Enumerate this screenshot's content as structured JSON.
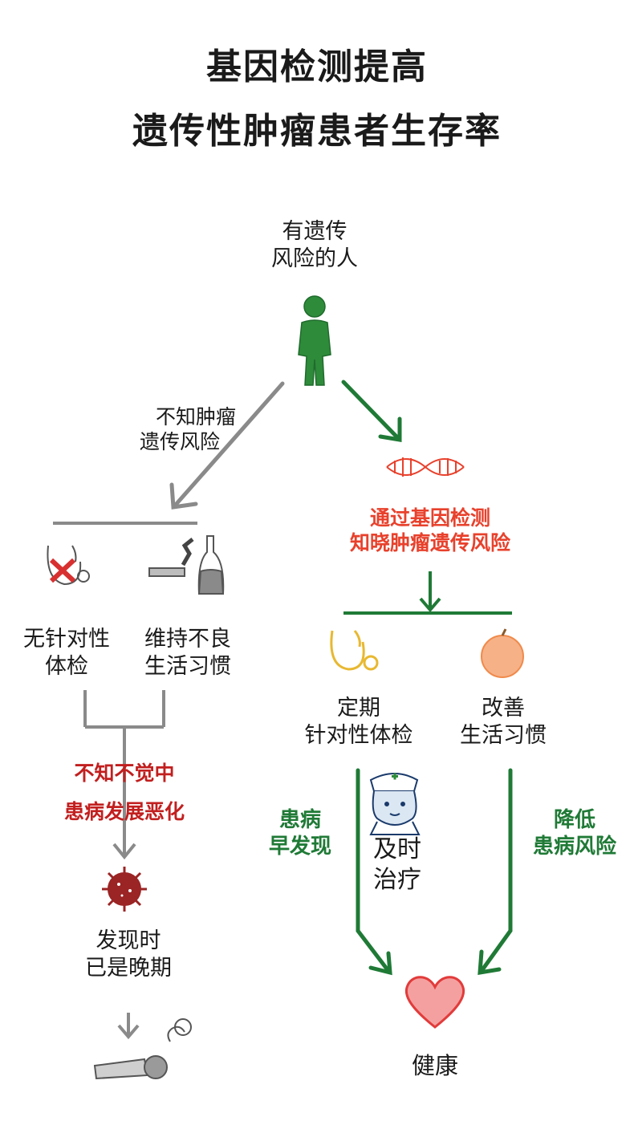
{
  "title": {
    "line1": "基因检测提高",
    "line2": "遗传性肿瘤患者生存率"
  },
  "nodes": {
    "top_person": {
      "line1": "有遗传",
      "line2": "风险的人"
    },
    "left_branch": {
      "line1": "不知肿瘤",
      "line2": "遗传风险"
    },
    "right_branch": {
      "line1": "通过基因检测",
      "line2": "知晓肿瘤遗传风险"
    },
    "no_checkup": {
      "line1": "无针对性",
      "line2": "体检"
    },
    "bad_habits": {
      "line1": "维持不良",
      "line2": "生活习惯"
    },
    "worsening": {
      "line1": "不知不觉中",
      "line2": "患病发展恶化"
    },
    "late_stage": {
      "line1": "发现时",
      "line2": "已是晚期"
    },
    "regular_checkup": {
      "line1": "定期",
      "line2": "针对性体检"
    },
    "better_habits": {
      "line1": "改善",
      "line2": "生活习惯"
    },
    "early_detect": {
      "line1": "患病",
      "line2": "早发现"
    },
    "timely_treat": {
      "line1": "及时",
      "line2": "治疗"
    },
    "lower_risk": {
      "line1": "降低",
      "line2": "患病风险"
    },
    "healthy": {
      "label": "健康"
    }
  },
  "colors": {
    "gray": "#8a8a8a",
    "green": "#1f7a36",
    "dark_red": "#c21f1f",
    "orange_red": "#e8412c",
    "person_green": "#2e8b3a",
    "heart_red": "#e23b3b",
    "apple_orange": "#f08a4b",
    "stethoscope_yellow": "#e8b830",
    "virus_red": "#9b2424"
  },
  "icons": [
    "person-icon",
    "dna-icon",
    "stethoscope-cross-icon",
    "cigarette-bottle-icon",
    "stethoscope-icon",
    "apple-icon",
    "nurse-icon",
    "virus-icon",
    "fallen-person-icon",
    "heart-icon"
  ]
}
